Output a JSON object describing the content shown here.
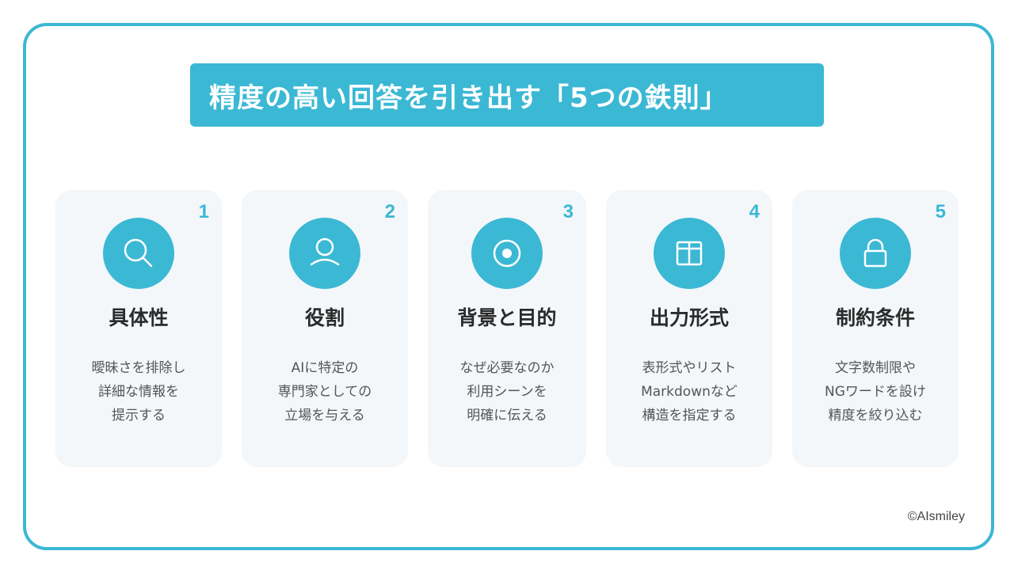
{
  "title": "精度の高い回答を引き出す「5つの鉄則」",
  "accent_color": "#3bb8d4",
  "cards": [
    {
      "number": "1",
      "icon": "search-icon",
      "title": "具体性",
      "lines": [
        "曖昧さを排除し",
        "詳細な情報を",
        "提示する"
      ]
    },
    {
      "number": "2",
      "icon": "user-icon",
      "title": "役割",
      "lines": [
        "AIに特定の",
        "専門家としての",
        "立場を与える"
      ]
    },
    {
      "number": "3",
      "icon": "target-icon",
      "title": "背景と目的",
      "lines": [
        "なぜ必要なのか",
        "利用シーンを",
        "明確に伝える"
      ]
    },
    {
      "number": "4",
      "icon": "table-icon",
      "title": "出力形式",
      "lines": [
        "表形式やリスト",
        "Markdownなど",
        "構造を指定する"
      ]
    },
    {
      "number": "5",
      "icon": "lock-icon",
      "title": "制約条件",
      "lines": [
        "文字数制限や",
        "NGワードを設け",
        "精度を絞り込む"
      ]
    }
  ],
  "copyright": "©AIsmiley"
}
